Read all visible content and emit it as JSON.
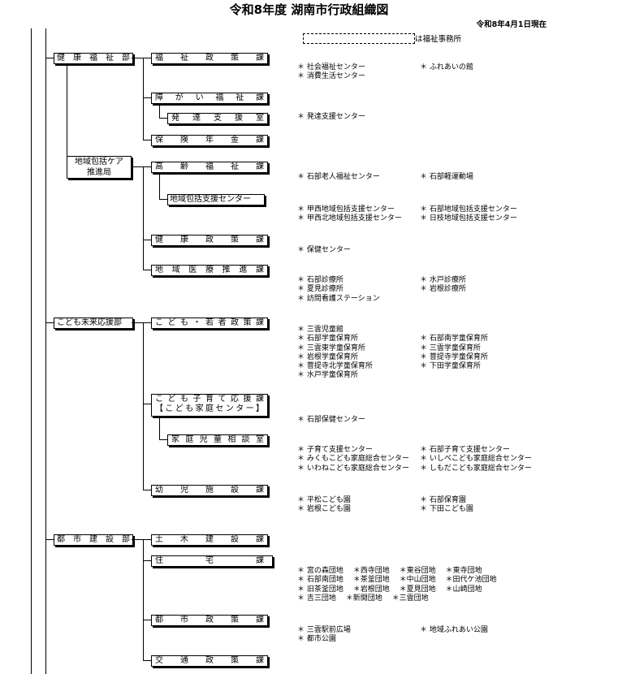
{
  "title": "令和8年度 湖南市行政組織図",
  "as_of": "令和8年4月1日現在",
  "legend": "は福祉事務所",
  "departments": {
    "kenko": "健康福祉部",
    "chiiki": [
      "地域包括ケア",
      "推進局"
    ],
    "kodomo": "こども未来応援部",
    "toshi": "都市建設部"
  },
  "units": {
    "fukushi_seisaku": "福祉政策課",
    "shogai_fukushi": "障がい福祉課",
    "hattatsu_shien": "発達支援室",
    "hoken_nenkin": "保険年金課",
    "korei_fukushi": "高齢福祉課",
    "chiiki_houkatsu": "地域包括支援センター",
    "kenko_seisaku": "健康政策課",
    "chiiki_iryo": "地域医療推進課",
    "kodomo_wakamono": "こども・若者政策課",
    "kosodate_line1": "こども子育て応援課",
    "kosodate_line2": "【こども家庭センター】",
    "katei_jido": "家庭児童相談室",
    "youji_shisetsu": "幼児施設課",
    "doboku_kensetsu": "土木建設課",
    "jutaku": "住宅課",
    "toshi_seisaku": "都市政策課",
    "kotsu_seisaku": "交通政策課"
  },
  "facilities": {
    "f1": [
      "＊ 社会福祉センター",
      "＊ 消費生活センター"
    ],
    "f1b": [
      "＊ ふれあいの館"
    ],
    "f2": [
      "＊ 発達支援センター"
    ],
    "f3": [
      "＊ 石部老人福祉センター"
    ],
    "f3b": [
      "＊ 石部軽運動場"
    ],
    "f4": [
      "＊ 甲西地域包括支援センター",
      "＊ 甲西北地域包括支援センター"
    ],
    "f4b": [
      "＊ 石部地域包括支援センター",
      "＊ 日枝地域包括支援センター"
    ],
    "f5": [
      "＊ 保健センター"
    ],
    "f6": [
      "＊ 石部診療所",
      "＊ 夏見診療所",
      "＊ 訪問看護ステーション"
    ],
    "f6b": [
      "＊ 水戸診療所",
      "＊ 岩根診療所"
    ],
    "f7": [
      "＊ 三雲児童館",
      "＊ 石部学童保育所",
      "＊ 三雲東学童保育所",
      "＊ 岩根学童保育所",
      "＊ 菩提寺北学童保育所",
      "＊ 水戸学童保育所"
    ],
    "f7b": [
      "",
      "＊ 石部南学童保育所",
      "＊ 三雲学童保育所",
      "＊ 菩提寺学童保育所",
      "＊ 下田学童保育所"
    ],
    "f8": [
      "＊ 石部保健センター"
    ],
    "f9": [
      "＊ 子育て支援センター",
      "＊ みくもこども家庭総合センター",
      "＊ いわねこども家庭総合センター"
    ],
    "f9b": [
      "＊ 石部子育て支援センター",
      "＊ いしべこども家庭総合センター",
      "＊ しもだこども家庭総合センター"
    ],
    "f10": [
      "＊ 平松こども園",
      "＊ 岩根こども園"
    ],
    "f10b": [
      "＊ 石部保育園",
      "＊ 下田こども園"
    ],
    "f11": [
      "＊ 宮の森団地　 ＊西寺団地　 ＊東谷団地　 ＊東寺団地",
      "＊ 石部南団地　 ＊茶釜団地　 ＊中山団地　 ＊田代ケ池団地",
      "＊ 旧茶釜団地　 ＊岩根団地　 ＊夏見団地　 ＊山崎団地",
      "＊ 吉三団地　 ＊新開団地　 ＊三雲団地"
    ],
    "f12": [
      "＊ 三雲駅前広場",
      "＊ 都市公園"
    ],
    "f12b": [
      "＊ 地域ふれあい公園"
    ]
  }
}
